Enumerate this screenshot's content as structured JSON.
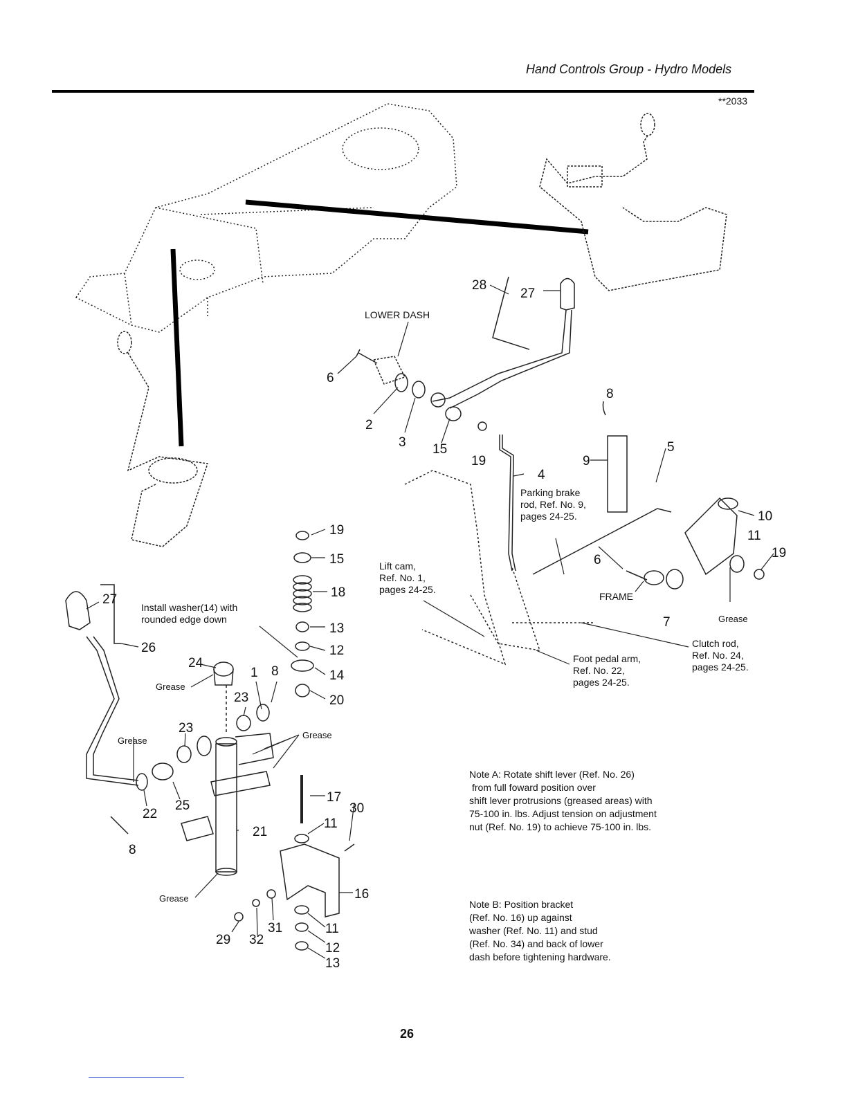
{
  "header": {
    "title": "Hand Controls Group - Hydro Models",
    "code": "**2033"
  },
  "labels": {
    "lower_dash": "LOWER DASH",
    "frame": "FRAME",
    "grease": "Grease",
    "parking_brake": [
      "Parking brake",
      "rod, Ref. No. 9,",
      "pages 24-25."
    ],
    "lift_cam": [
      "Lift cam,",
      "Ref. No. 1,",
      "pages 24-25."
    ],
    "install_washer": [
      "Install washer(14) with",
      "rounded edge down"
    ],
    "foot_pedal": [
      "Foot pedal arm,",
      "Ref. No. 22,",
      "pages 24-25."
    ],
    "clutch_rod": [
      "Clutch rod,",
      "Ref. No. 24,",
      "pages 24-25."
    ]
  },
  "notes": {
    "note_a": [
      "Note A: Rotate shift lever (Ref. No. 26)",
      "from full foward position over",
      "shift lever protrusions (greased areas) with",
      "75-100 in. lbs.  Adjust tension on adjustment",
      "nut (Ref. No. 19) to achieve 75-100 in. lbs."
    ],
    "note_b": [
      "Note B:  Position bracket",
      "(Ref. No. 16) up against",
      "washer (Ref. No. 11) and stud",
      "(Ref. No. 34) and back of lower",
      "dash before tightening hardware."
    ]
  },
  "part_numbers": [
    "28",
    "27",
    "6",
    "2",
    "3",
    "15",
    "19",
    "8",
    "5",
    "9",
    "4",
    "10",
    "11",
    "19",
    "6",
    "7",
    "19",
    "15",
    "18",
    "13",
    "12",
    "14",
    "20",
    "27",
    "26",
    "24",
    "1",
    "8",
    "23",
    "23",
    "22",
    "25",
    "8",
    "17",
    "30",
    "11",
    "21",
    "16",
    "29",
    "32",
    "31",
    "11",
    "12",
    "13"
  ],
  "page_number": "26"
}
